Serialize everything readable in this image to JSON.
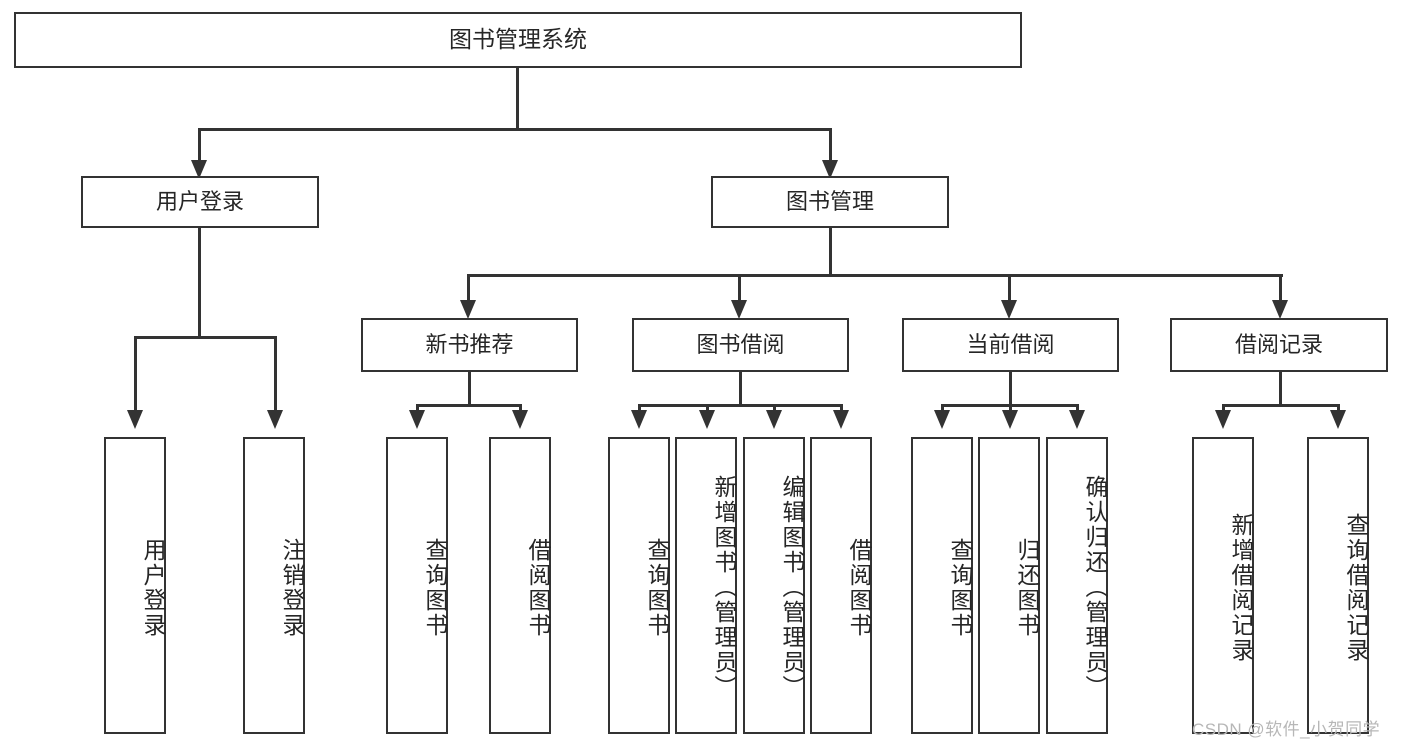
{
  "diagram": {
    "title": "图书管理系统",
    "type": "功能结构图",
    "background_color": "#ffffff",
    "line_color": "#333333",
    "text_color": "#262626"
  },
  "root": {
    "label": "图书管理系统"
  },
  "level2": [
    {
      "label": "用户登录"
    },
    {
      "label": "图书管理"
    }
  ],
  "level3": [
    {
      "label": "新书推荐"
    },
    {
      "label": "图书借阅"
    },
    {
      "label": "当前借阅"
    },
    {
      "label": "借阅记录"
    }
  ],
  "leaves": {
    "user_login": [
      {
        "label": "用户登录"
      },
      {
        "label": "注销登录"
      }
    ],
    "new_book_recommend": [
      {
        "label": "查询图书"
      },
      {
        "label": "借阅图书"
      }
    ],
    "book_borrow": [
      {
        "label": "查询图书"
      },
      {
        "label": "新增图书（管理员）"
      },
      {
        "label": "编辑图书（管理员）"
      },
      {
        "label": "借阅图书"
      }
    ],
    "current_borrow": [
      {
        "label": "查询图书"
      },
      {
        "label": "归还图书"
      },
      {
        "label": "确认归还（管理员）"
      }
    ],
    "borrow_record": [
      {
        "label": "新增借阅记录"
      },
      {
        "label": "查询借阅记录"
      }
    ]
  },
  "watermark": {
    "text": "CSDN @软件_小贺同学"
  }
}
